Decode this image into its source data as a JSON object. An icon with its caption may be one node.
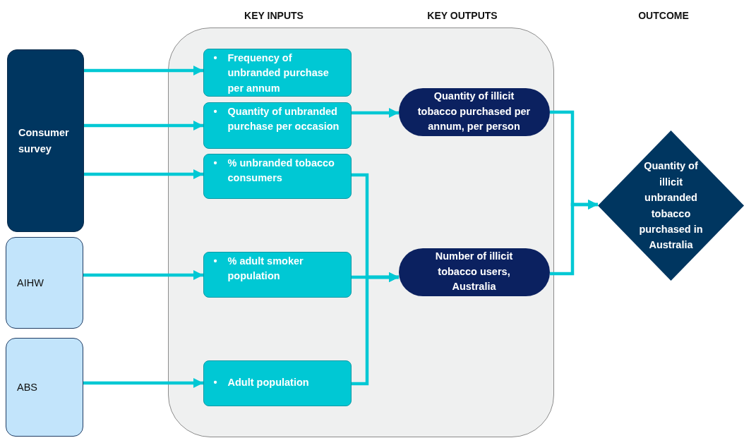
{
  "diagram": {
    "nodes": [
      {
        "text": [],
        "shape": "box"
      },
      {
        "text": [
          "Consumer survey"
        ]
      },
      {
        "text": [
          "AIHW"
        ]
      },
      {
        "text": [
          "ABS"
        ]
      },
      {
        "text": [
          "•",
          "Frequency of unbranded purchase per annum"
        ],
        "in": 0
      },
      {
        "text": [
          "•",
          "Quantity of unbranded purchase per occasion"
        ],
        "in": 0
      },
      {
        "text": [
          "•",
          "% unbranded tobacco consumers"
        ],
        "in": 0
      },
      {
        "text": [
          "•",
          "% adult smoker population"
        ],
        "in": 0
      },
      {
        "text": [
          "•",
          "Adult population"
        ],
        "in": 0
      },
      {
        "text": [
          "Quantity of illicit tobacco purchased per annum, per person"
        ],
        "in": 0
      },
      {
        "text": [
          "Number of illicit tobacco users, Australia"
        ],
        "in": 0
      },
      {
        "text": [
          "Quantity of illicit unbranded tobacco purchased in Australia"
        ]
      }
    ],
    "edges": [
      {
        "from": 1,
        "to": 4,
        "arrow": "to"
      },
      {
        "from": 1,
        "to": 5,
        "arrow": "to"
      },
      {
        "from": 1,
        "to": 6,
        "arrow": "to"
      },
      {
        "from": 2,
        "to": 7,
        "arrow": "to"
      },
      {
        "from": 3,
        "to": 8,
        "arrow": "to"
      },
      {
        "from": 5,
        "to": 9,
        "arrow": "to"
      },
      {
        "from": 6,
        "to": 10,
        "arrow": "to"
      },
      {
        "from": 7,
        "to": 10,
        "arrow": "to"
      },
      {
        "from": 8,
        "to": 10,
        "arrow": "to"
      },
      {
        "from": 9,
        "to": 11,
        "arrow": "to"
      },
      {
        "from": 10,
        "to": 11,
        "arrow": "to"
      }
    ],
    "labels": [
      "KEY INPUTS",
      "KEY OUTPUTS",
      "OUTCOME"
    ]
  }
}
